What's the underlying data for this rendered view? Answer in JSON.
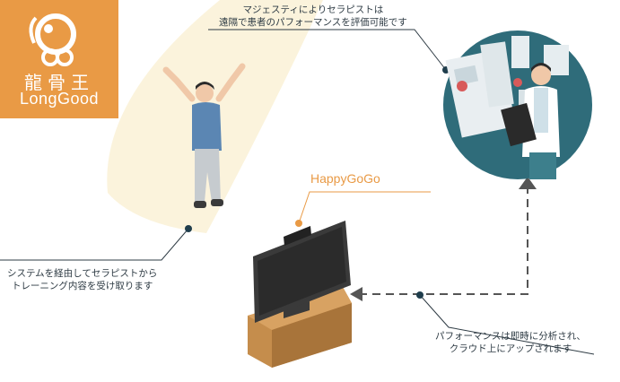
{
  "logo": {
    "cn_text": "龍骨王",
    "en_text": "LongGood",
    "bg_color": "#e99a45"
  },
  "callouts": {
    "therapist": [
      "マジェスティによりセラピストは",
      "遠隔で患者のパフォーマンスを評価可能です"
    ],
    "system": [
      "システムを経由してセラピストから",
      "トレーニング内容を受け取ります"
    ],
    "upload": [
      "パフォーマンスは即時に分析され、",
      "クラウド上にアップされます"
    ],
    "happygogo": "HappyGoGo"
  },
  "colors": {
    "accent": "#e99a45",
    "teal": "#2f6c7a",
    "line": "#2e3b44",
    "arrow": "#555555"
  }
}
